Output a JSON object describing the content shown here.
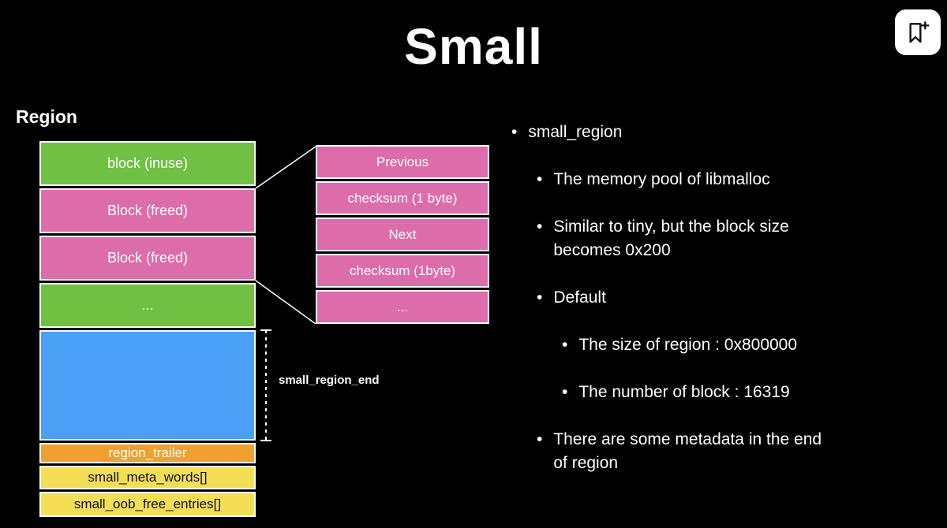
{
  "slide": {
    "title": "Small",
    "section_heading": "Region"
  },
  "toolbar": {
    "bookmark_icon": "bookmark-plus-icon"
  },
  "colors": {
    "background": "#000000",
    "block_green": "#6fc043",
    "block_pink": "#dd6cab",
    "block_blue": "#4b9ff4",
    "block_orange": "#efa02f",
    "block_yellow": "#f3de56",
    "text_light": "#ffffff",
    "text_dark": "#111111"
  },
  "diagram": {
    "blocks": [
      {
        "label": "block (inuse)",
        "color": "green"
      },
      {
        "label": "Block (freed)",
        "color": "pink"
      },
      {
        "label": "Block (freed)",
        "color": "pink"
      },
      {
        "label": "...",
        "color": "green"
      },
      {
        "label": "",
        "color": "blue"
      },
      {
        "label": "region_trailer",
        "color": "orange"
      },
      {
        "label": "small_meta_words[]",
        "color": "yellow"
      },
      {
        "label": "small_oob_free_entries[]",
        "color": "yellow"
      }
    ],
    "detail_rows": [
      "Previous",
      "checksum (1 byte)",
      "Next",
      "checksum (1byte)",
      "..."
    ],
    "measure_label": "small_region_end"
  },
  "notes": {
    "items": [
      {
        "level": 1,
        "text": "small_region"
      },
      {
        "level": 2,
        "text": "The memory pool of libmalloc"
      },
      {
        "level": 2,
        "text": "Similar to tiny,  but the block size\nbecomes 0x200"
      },
      {
        "level": 2,
        "text": "Default"
      },
      {
        "level": 3,
        "text": "The size of region  : 0x800000"
      },
      {
        "level": 3,
        "text": "The number of block : 16319"
      },
      {
        "level": 2,
        "text": "There are some metadata in the end\nof region"
      }
    ]
  }
}
